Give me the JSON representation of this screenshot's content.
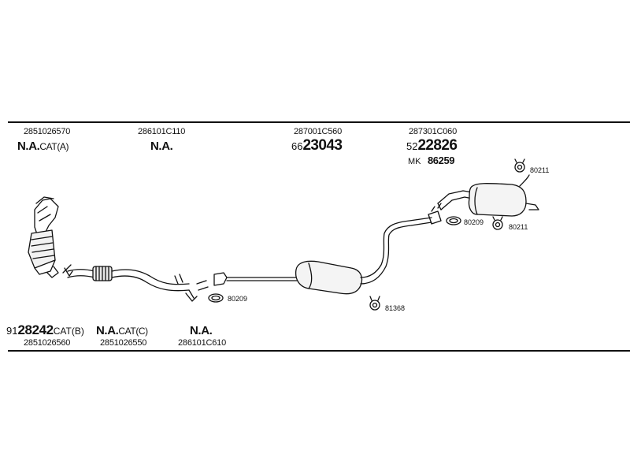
{
  "top_labels": {
    "cat_a": {
      "part_no": "2851026570",
      "code": "N.A.",
      "suffix": "CAT(A)"
    },
    "front_pipe": {
      "part_no": "286101C110",
      "code": "N.A."
    },
    "center_muffler": {
      "part_no": "287001C560",
      "code_prefix": "66",
      "code_main": "23043"
    },
    "rear_muffler": {
      "part_no": "287301C060",
      "code_prefix": "52",
      "code_main": "22826",
      "kit_prefix": "MK",
      "kit_no": "86259"
    }
  },
  "bottom_labels": {
    "cat_b": {
      "code_prefix": "91",
      "code_main": "28242",
      "suffix": "CAT(B)",
      "part_no": "2851026560"
    },
    "cat_c": {
      "code": "N.A.",
      "suffix": "CAT(C)",
      "part_no": "2851026550"
    },
    "pipe": {
      "code": "N.A.",
      "part_no": "286101C610"
    }
  },
  "hardware": {
    "gasket_front": "80209",
    "hanger_center": "81368",
    "gasket_rear": "80209",
    "hanger_rear_top": "80211",
    "hanger_rear_bottom": "80211"
  },
  "colors": {
    "line": "#111111",
    "background": "#ffffff"
  }
}
